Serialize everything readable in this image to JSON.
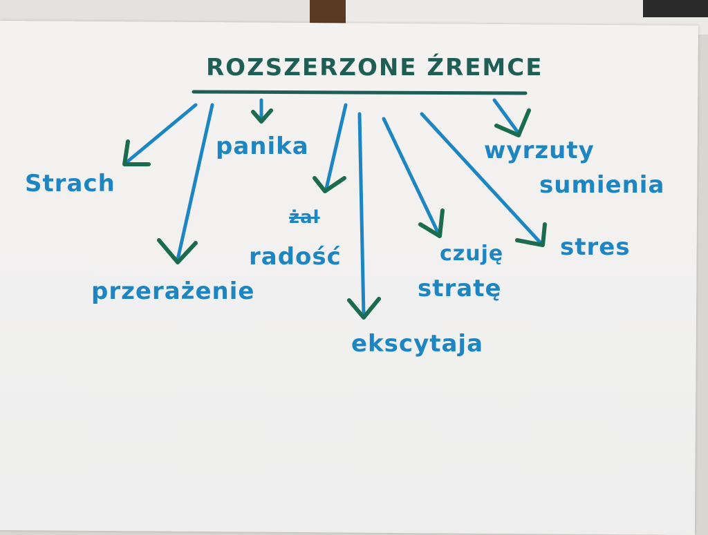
{
  "title": "ROZSZERZONE ŹREMCE",
  "colors": {
    "ink_blue": "#1d86c2",
    "ink_green": "#1f5e55"
  },
  "nodes": {
    "strach": "Strach",
    "przerazenie": "przerażenie",
    "panika": "panika",
    "zal": "żal",
    "radosci": "radość",
    "ekscytacja": "ekscytaja",
    "czuje": "czuję",
    "strate": "stratę",
    "stres": "stres",
    "wyrzuty": "wyrzuty",
    "sumienia": "sumienia"
  }
}
